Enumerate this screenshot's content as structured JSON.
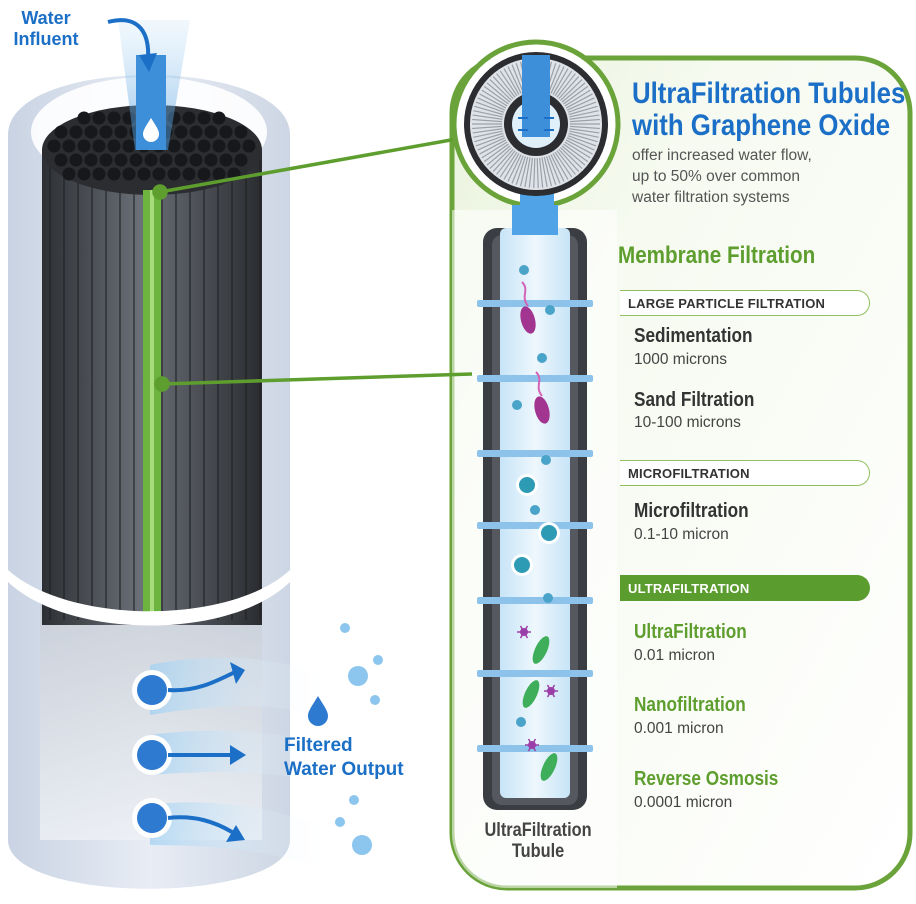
{
  "labels": {
    "water_influent": [
      "Water",
      "Influent"
    ],
    "filtered_output": [
      "Filtered",
      "Water Output"
    ],
    "tubule_label": [
      "UltraFiltration",
      "Tubule"
    ]
  },
  "header": {
    "title": [
      "UltraFiltration Tubules",
      "with Graphene Oxide"
    ],
    "description": [
      "offer increased water flow,",
      "up to 50% over common",
      "water filtration systems"
    ]
  },
  "membrane": {
    "heading": "Membrane Filtration",
    "groups": [
      {
        "label": "LARGE PARTICLE FILTRATION",
        "highlighted": false,
        "items": [
          {
            "name": "Sedimentation",
            "size": "1000 microns"
          },
          {
            "name": "Sand Filtration",
            "size": "10-100 microns"
          }
        ]
      },
      {
        "label": "MICROFILTRATION",
        "highlighted": false,
        "items": [
          {
            "name": "Microfiltration",
            "size": "0.1-10 micron"
          }
        ]
      },
      {
        "label": "ULTRAFILTRATION",
        "highlighted": true,
        "items": [
          {
            "name": "UltraFiltration",
            "size": "0.01 micron"
          },
          {
            "name": "Nanofiltration",
            "size": "0.001 micron"
          },
          {
            "name": "Reverse Osmosis",
            "size": "0.0001 micron"
          }
        ]
      }
    ]
  },
  "colors": {
    "accent_blue": "#1b6fc6",
    "accent_green": "#5e9e2e",
    "panel_border": "#6aa33a",
    "tube_dark": "#3a3d42"
  },
  "icons": [
    "water-drop-icon",
    "flow-arrow-icon",
    "bacteria-icon",
    "virus-icon",
    "particle-icon"
  ]
}
